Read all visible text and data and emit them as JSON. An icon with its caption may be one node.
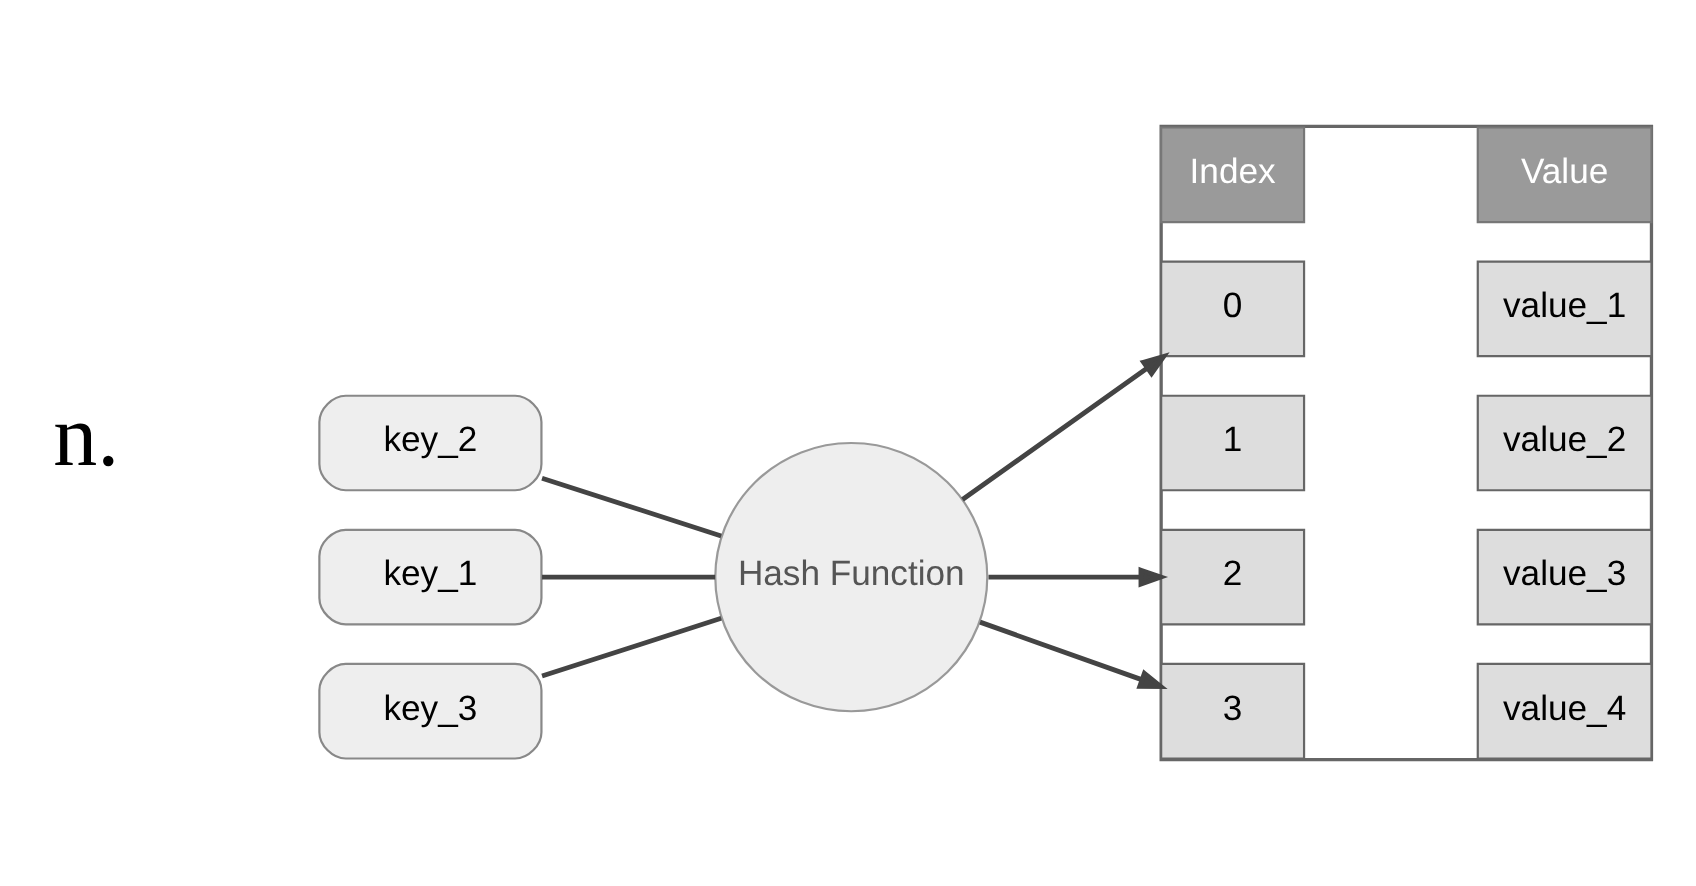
{
  "diagram": {
    "nodes": [
      {
        "text": [
          "key_1"
        ]
      },
      {
        "text": [
          "key_2"
        ]
      },
      {
        "text": [
          "key_3"
        ]
      },
      {
        "text": [
          "Hash Function"
        ]
      },
      {
        "text": [],
        "shape": "box"
      },
      {
        "text": [
          "Index"
        ],
        "in": 4
      },
      {
        "text": [
          "Value"
        ],
        "in": 4
      },
      {
        "text": [
          "0"
        ],
        "in": 4
      },
      {
        "text": [
          "value_1"
        ],
        "in": 4
      },
      {
        "text": [
          "1"
        ],
        "in": 4
      },
      {
        "text": [
          "value_2"
        ],
        "in": 4
      },
      {
        "text": [
          "2"
        ],
        "in": 4
      },
      {
        "text": [
          "value_3"
        ],
        "in": 4
      },
      {
        "text": [
          "3"
        ],
        "in": 4
      },
      {
        "text": [
          "value_4"
        ],
        "in": 4
      }
    ],
    "edges": [
      {
        "from": 0,
        "to": 3,
        "arrow": "none"
      },
      {
        "from": 1,
        "to": 3,
        "arrow": "none"
      },
      {
        "from": 2,
        "to": 3,
        "arrow": "none"
      },
      {
        "from": 3,
        "to": 7,
        "arrow": "to"
      },
      {
        "from": 3,
        "to": 11,
        "arrow": "to"
      },
      {
        "from": 3,
        "to": 13,
        "arrow": "to"
      }
    ],
    "labels": [
      "n."
    ]
  }
}
